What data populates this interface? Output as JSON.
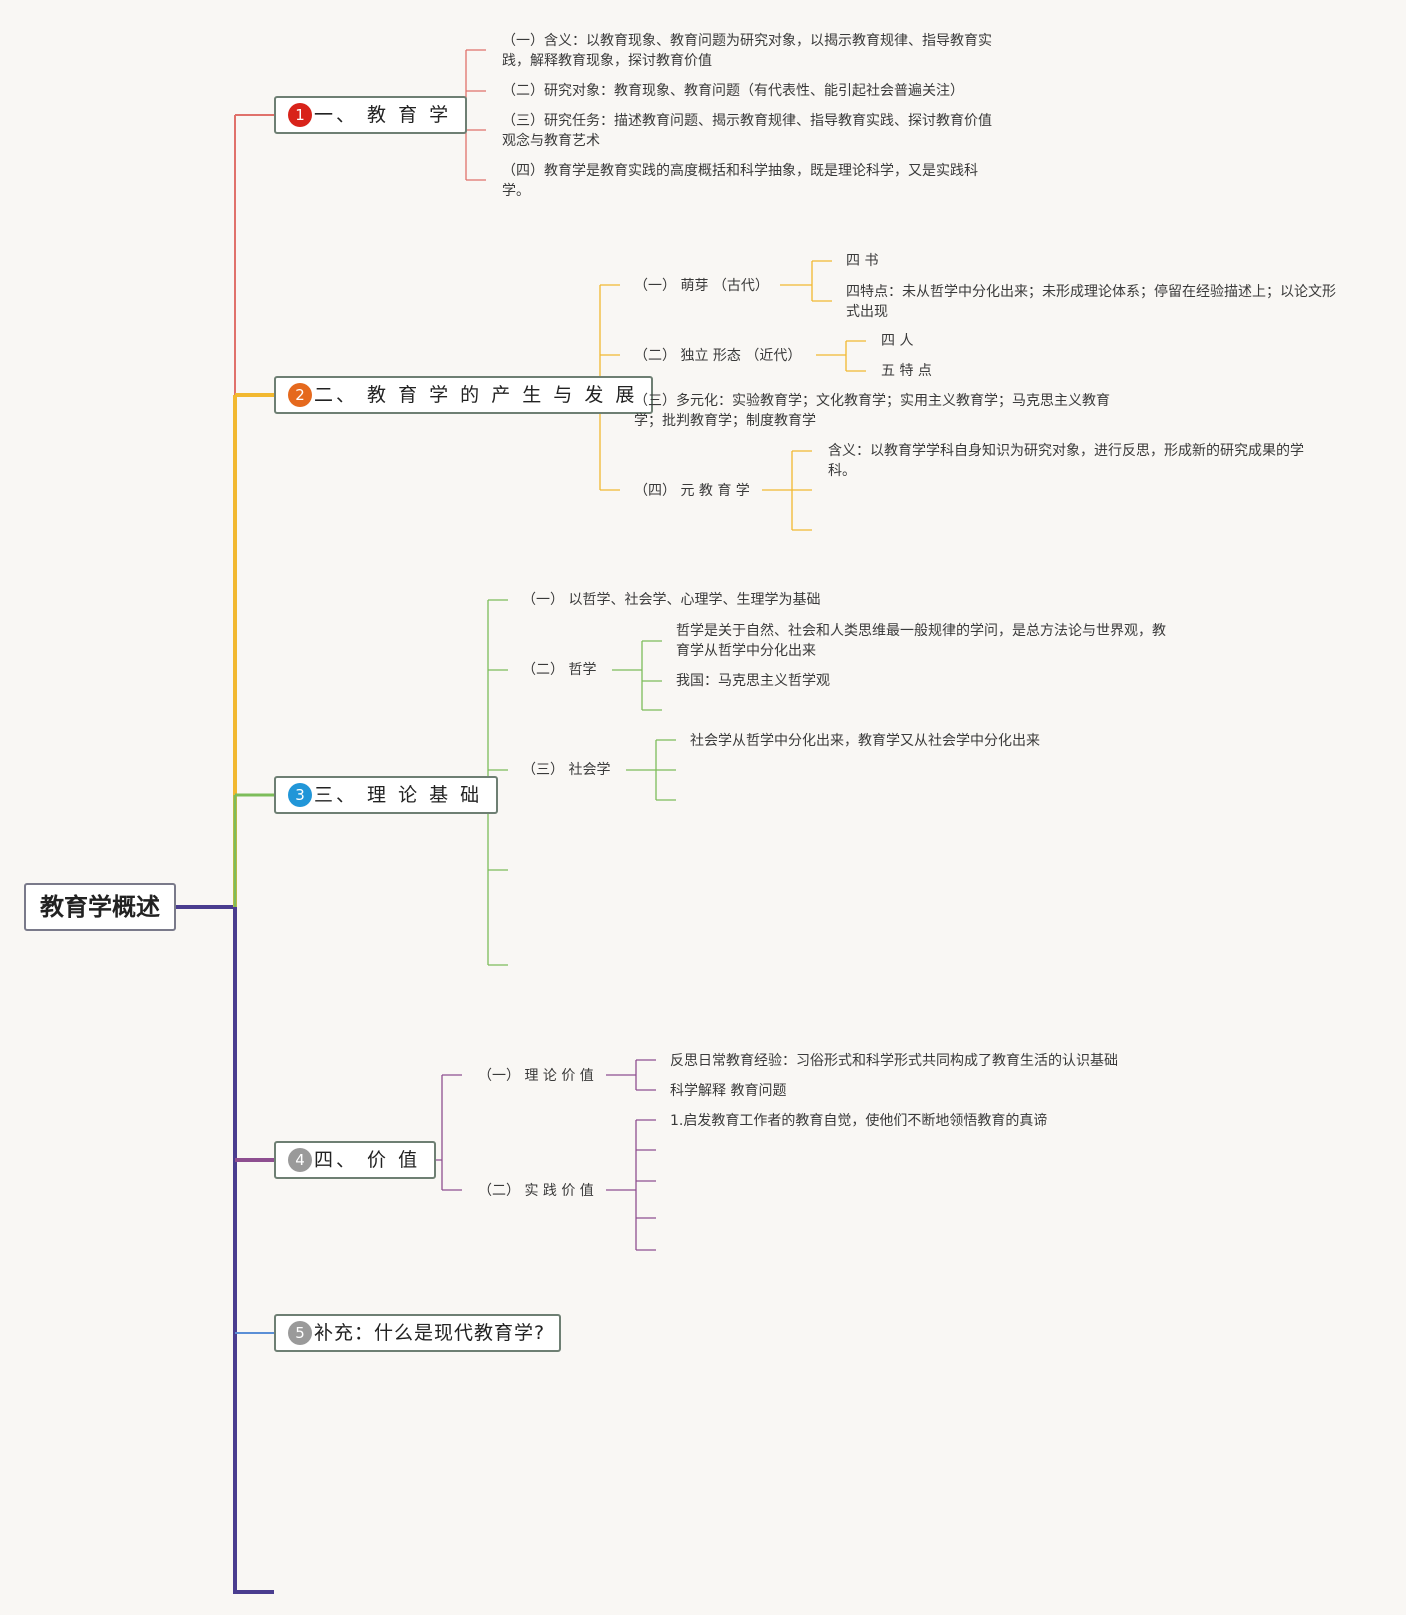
{
  "root": {
    "label": "教育学概述"
  },
  "colors": {
    "b1": "#e0716b",
    "b2": "#f2b830",
    "b3": "#7dbd5a",
    "b4": "#8e4f90",
    "b5": "#5b8fd6",
    "trunk": "#4a3d8f",
    "badge1": "#d8231a",
    "badge2": "#e5691d",
    "badge3": "#2196d8",
    "badge4": "#9a9a9a",
    "badge5": "#9a9a9a"
  },
  "branches": [
    {
      "num": "1",
      "label": "一、 教 育 学",
      "children": [
        {
          "text": "（一）含义：以教育现象、教育问题为研究对象，以揭示教育规律、指导教育实践，解释教育现象，探讨教育价值"
        },
        {
          "text": "（二）研究对象：教育现象、教育问题（有代表性、能引起社会普遍关注）"
        },
        {
          "text": "（三）研究任务：描述教育问题、揭示教育规律、指导教育实践、探讨教育价值观念与教育艺术"
        },
        {
          "text": "（四）教育学是教育实践的高度概括和科学抽象，既是理论科学，又是实践科学。"
        }
      ]
    },
    {
      "num": "2",
      "label": "二、 教 育 学 的 产 生 与 发 展",
      "children": [
        {
          "text": "（一） 萌芽 （古代）",
          "items": [
            "四 书",
            "四特点：未从哲学中分化出来；未形成理论体系；停留在经验描述上；以论文形式出现"
          ]
        },
        {
          "text": "（二） 独立 形态 （近代）",
          "items": [
            "四 人",
            "五 特 点"
          ]
        },
        {
          "text": "（三）多元化：实验教育学；文化教育学；实用主义教育学；马克思主义教育学；批判教育学；制度教育学"
        },
        {
          "text": "（四） 元 教 育 学",
          "items": [
            "含义：以教育学学科自身知识为研究对象，进行反思，形成新的研究成果的学科。"
          ]
        }
      ]
    },
    {
      "num": "3",
      "label": "三、 理 论 基 础",
      "children": [
        {
          "text": "（一） 以哲学、社会学、心理学、生理学为基础"
        },
        {
          "text": "（二） 哲学",
          "items": [
            "哲学是关于自然、社会和人类思维最一般规律的学问，是总方法论与世界观，教育学从哲学中分化出来",
            "我国：马克思主义哲学观"
          ]
        },
        {
          "text": "（三） 社会学",
          "items": [
            "社会学从哲学中分化出来，教育学又从社会学中分化出来"
          ]
        }
      ]
    },
    {
      "num": "4",
      "label": "四、 价 值",
      "children": [
        {
          "text": "（一） 理 论 价 值",
          "items": [
            "反思日常教育经验：习俗形式和科学形式共同构成了教育生活的认识基础",
            "科学解释 教育问题"
          ]
        },
        {
          "text": "（二） 实 践 价 值",
          "items": [
            "1.启发教育工作者的教育自觉，使他们不断地领悟教育的真谛"
          ]
        }
      ]
    },
    {
      "num": "5",
      "label": "补充：什么是现代教育学?",
      "children": []
    }
  ]
}
